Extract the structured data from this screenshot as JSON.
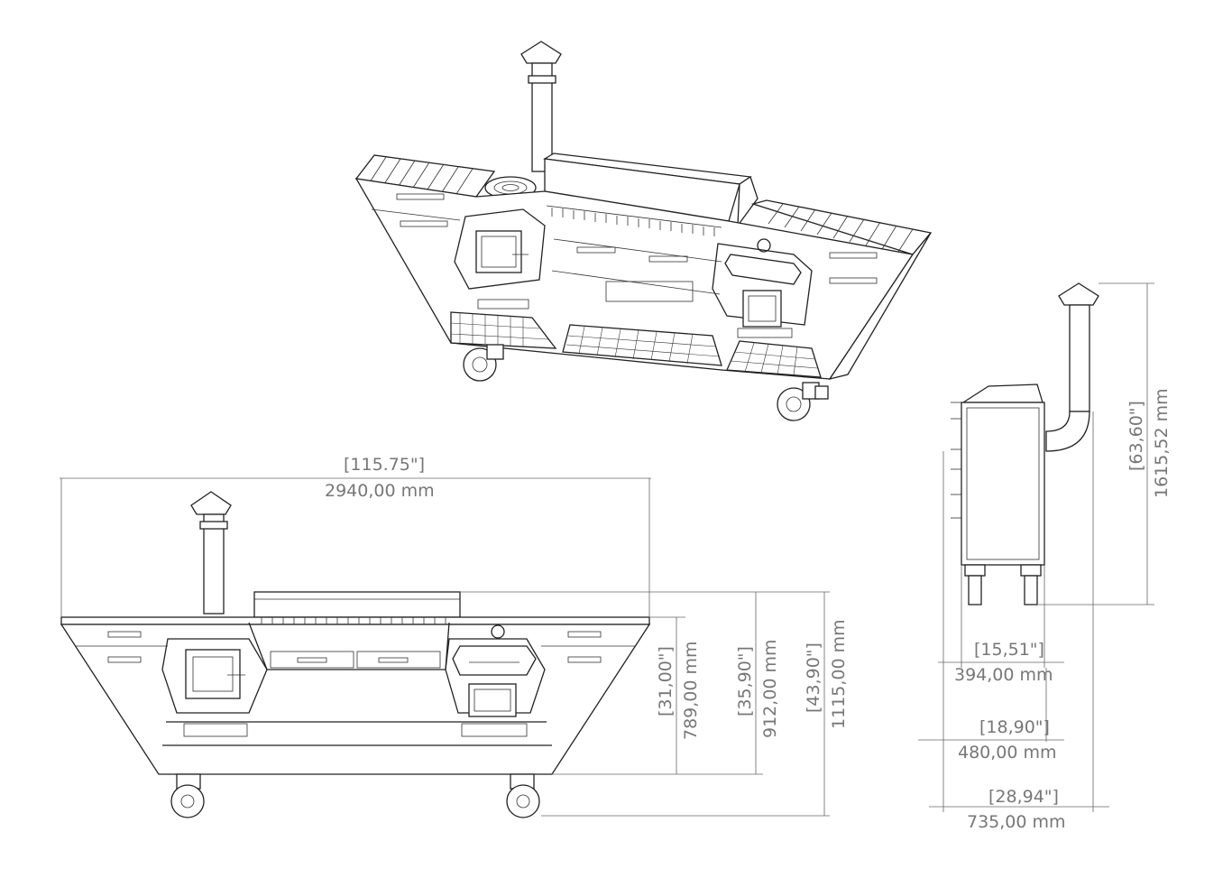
{
  "dimensions": {
    "overall_length": {
      "inch": "[115.75\"]",
      "mm": "2940,00 mm"
    },
    "counter_height": {
      "inch": "[31,00\"]",
      "mm": "789,00 mm"
    },
    "hood_height": {
      "inch": "[35,90\"]",
      "mm": "912,00 mm"
    },
    "wheel_height": {
      "inch": "[43,90\"]",
      "mm": "1115,00 mm"
    },
    "chimney_height": {
      "inch": "[63,60\"]",
      "mm": "1615,52 mm"
    },
    "depth_body": {
      "inch": "[15,51\"]",
      "mm": "394,00 mm"
    },
    "depth_mid": {
      "inch": "[18,90\"]",
      "mm": "480,00 mm"
    },
    "depth_total": {
      "inch": "[28,94\"]",
      "mm": "735,00 mm"
    }
  },
  "colors": {
    "line": "#222222",
    "dimension": "#777777",
    "background": "#ffffff"
  }
}
